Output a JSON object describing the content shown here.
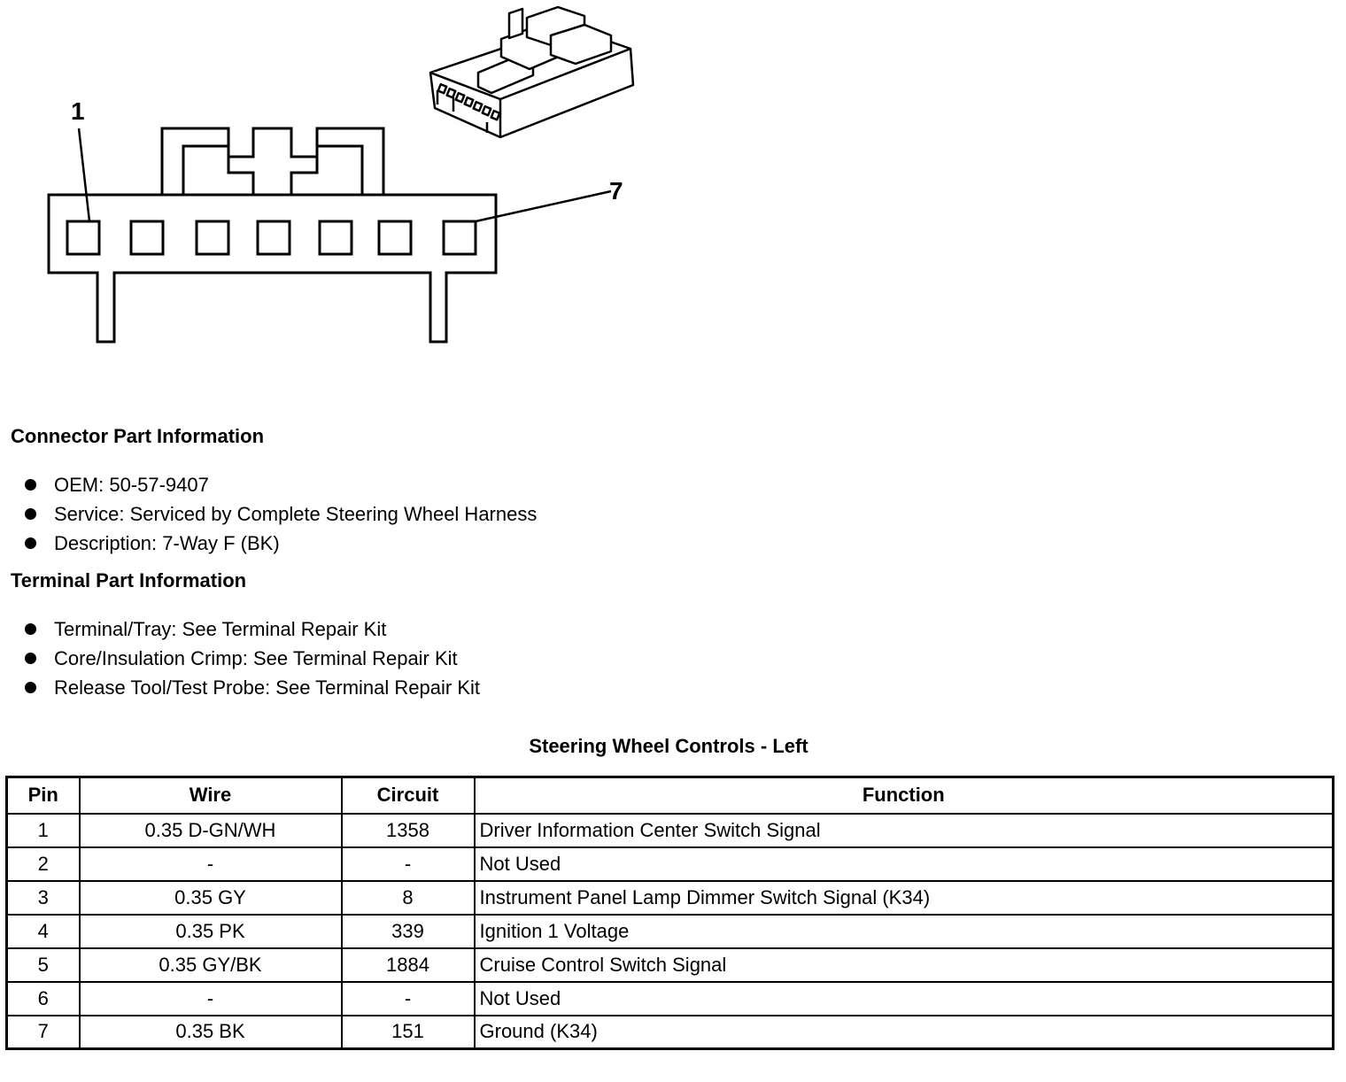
{
  "diagram": {
    "pin_label_first": "1",
    "pin_label_last": "7",
    "pin_count": 7
  },
  "connector_info": {
    "heading": "Connector Part Information",
    "items": [
      "OEM: 50-57-9407",
      "Service: Serviced by Complete Steering Wheel Harness",
      "Description: 7-Way F (BK)"
    ]
  },
  "terminal_info": {
    "heading": "Terminal Part Information",
    "items": [
      "Terminal/Tray: See Terminal Repair Kit",
      "Core/Insulation Crimp: See Terminal Repair Kit",
      "Release Tool/Test Probe: See Terminal Repair Kit"
    ]
  },
  "table": {
    "title": "Steering Wheel Controls - Left",
    "headers": [
      "Pin",
      "Wire",
      "Circuit",
      "Function"
    ],
    "rows": [
      [
        "1",
        "0.35 D-GN/WH",
        "1358",
        "Driver Information Center Switch Signal"
      ],
      [
        "2",
        "-",
        "-",
        "Not Used"
      ],
      [
        "3",
        "0.35 GY",
        "8",
        "Instrument Panel Lamp Dimmer Switch Signal (K34)"
      ],
      [
        "4",
        "0.35 PK",
        "339",
        "Ignition 1 Voltage"
      ],
      [
        "5",
        "0.35 GY/BK",
        "1884",
        "Cruise Control Switch Signal"
      ],
      [
        "6",
        "-",
        "-",
        "Not Used"
      ],
      [
        "7",
        "0.35 BK",
        "151",
        "Ground (K34)"
      ]
    ]
  }
}
